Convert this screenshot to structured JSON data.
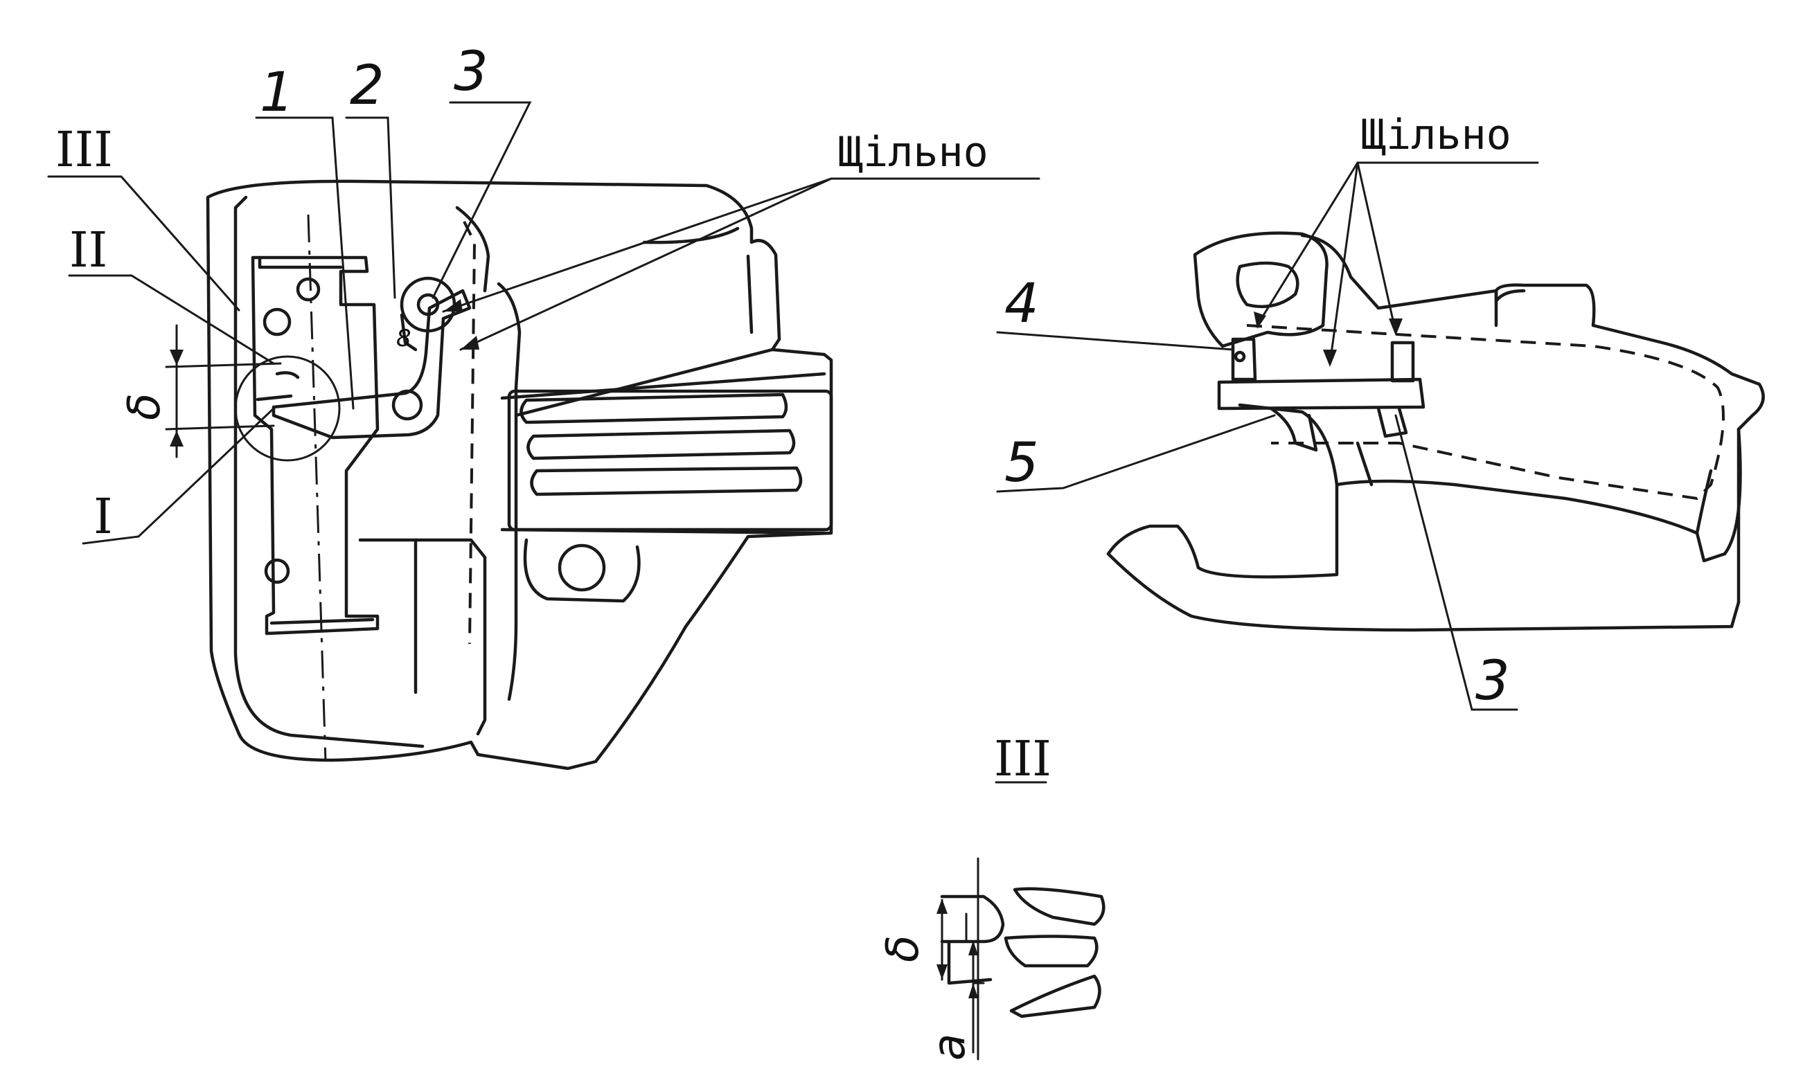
{
  "callouts": {
    "left_1": "1",
    "left_2": "2",
    "left_3": "3",
    "left_I": "I",
    "left_II": "II",
    "left_III": "III",
    "left_dim": "δ",
    "left_tight": "Щільно",
    "right_tight": "Щільно",
    "right_4": "4",
    "right_5": "5",
    "right_3": "3",
    "detail_title": "III",
    "detail_dim_delta": "δ",
    "detail_dim_a": "a"
  }
}
